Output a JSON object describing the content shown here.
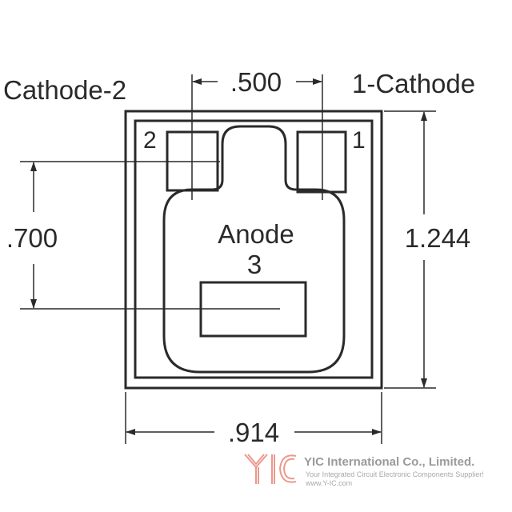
{
  "labels": {
    "cathode_left": "Cathode-2",
    "cathode_right": "1-Cathode",
    "pin2": "2",
    "pin1": "1",
    "anode": "Anode",
    "anode_pin": "3"
  },
  "dimensions": {
    "pad_pitch": ".500",
    "vertical_pad": ".700",
    "height": "1.244",
    "width": ".914"
  },
  "watermark": {
    "logo": "YIC",
    "company": "YIC International Co., Limited.",
    "tagline": "Your Integrated Circuit Electronic Components Supplier!",
    "url": "www.Y-IC.com",
    "logo_color": "#e8877a",
    "text_color": "#9a9a9a"
  }
}
